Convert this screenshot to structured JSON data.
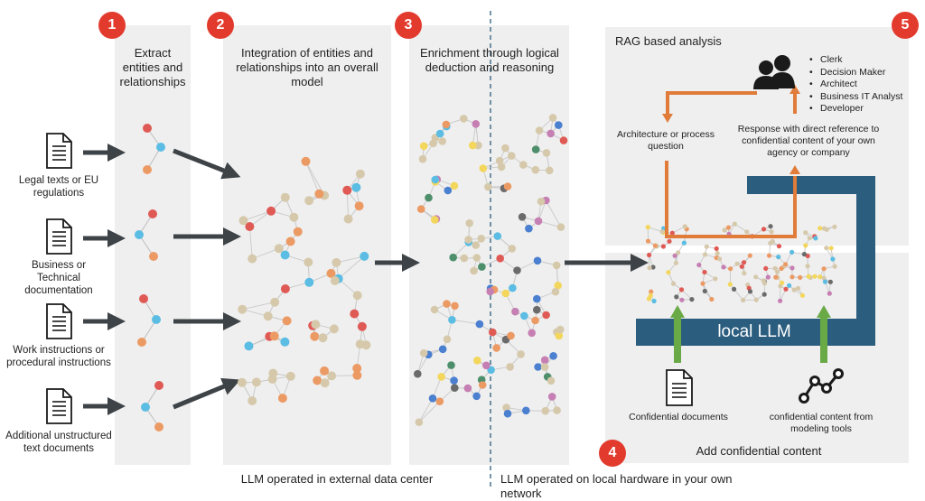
{
  "steps": {
    "s1": {
      "badge": "1",
      "title": "Extract entities and relationships"
    },
    "s2": {
      "badge": "2",
      "title": "Integration of entities and relationships into an overall model"
    },
    "s3": {
      "badge": "3",
      "title": "Enrichment through logical deduction and reasoning"
    },
    "s4": {
      "badge": "4",
      "title": "Add confidential content"
    },
    "s5": {
      "badge": "5",
      "title": "RAG based analysis"
    }
  },
  "documents": [
    {
      "label": "Legal texts or EU regulations"
    },
    {
      "label": "Business or Technical documentation"
    },
    {
      "label": "Work instructions or procedural instructions"
    },
    {
      "label": "Additional unstructured text documents"
    }
  ],
  "rag": {
    "roles": [
      "Clerk",
      "Decision Maker",
      "Architect",
      "Business IT Analyst",
      "Developer"
    ],
    "question": "Architecture or process question",
    "response": "Response with direct reference to confidential content of your own agency or company"
  },
  "local_llm": {
    "label": "local LLM"
  },
  "sources": {
    "confidential_documents": "Confidential documents",
    "modeling_tools": "confidential content from modeling tools"
  },
  "footer": {
    "external": "LLM operated in external data center",
    "local": "LLM operated on local hardware in your own network"
  },
  "colors": {
    "badge": "#e23b2e",
    "node_red": "#e05a55",
    "node_blue": "#5bbde3",
    "node_orange": "#ec9a64",
    "node_beige": "#d6c9ab",
    "llm_bar": "#2b5d7e",
    "flow_orange": "#e07b3a",
    "flow_green": "#6aaa46",
    "arrow": "#3e4347"
  },
  "icons": [
    "document-icon",
    "people-icon",
    "line-chart-icon",
    "arrow-icon"
  ]
}
